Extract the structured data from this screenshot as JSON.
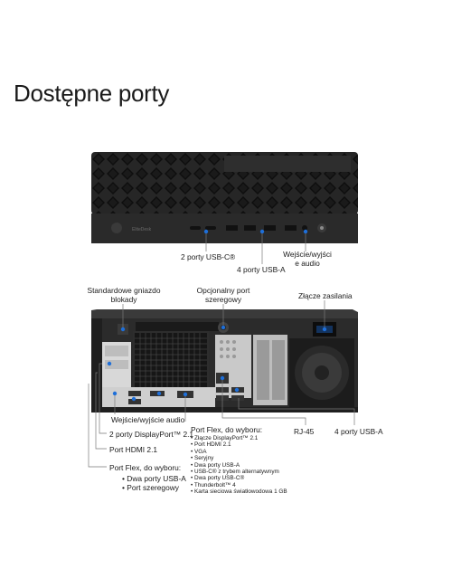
{
  "title": "Dostępne porty",
  "front": {
    "brand": "EliteDesk",
    "labels": {
      "usb_c": "2 porty USB-C®",
      "usb_a": "4 porty USB-A",
      "audio_line1": "Wejście/wyjści",
      "audio_line2": "e audio"
    }
  },
  "rear": {
    "labels": {
      "lock_line1": "Standardowe gniazdo",
      "lock_line2": "blokady",
      "serial_line1": "Opcjonalny port",
      "serial_line2": "szeregowy",
      "power": "Złącze zasilania",
      "audio": "Wejście/wyjście audio",
      "displayport": "2 porty DisplayPort™ 2.1",
      "hdmi": "Port HDMI 2.1",
      "rj45": "RJ-45",
      "usb_a": "4 porty USB-A"
    },
    "flex_left": {
      "heading": "Port Flex, do wyboru:",
      "items": [
        "Dwa porty USB-A",
        "Port szeregowy"
      ]
    },
    "flex_right": {
      "heading": "Port Flex, do wyboru:",
      "items": [
        "Złącze DisplayPort™ 2.1",
        "Port HDMI 2.1",
        "VGA",
        "Seryjny",
        "Dwa porty USB-A",
        "USB-C® z trybem alternatywnym",
        "Dwa porty USB-C®",
        "Thunderbolt™ 4",
        "Karta sieciowa światłowodowa 1 GB"
      ]
    }
  },
  "colors": {
    "accent": "#1e6fd9",
    "chassis": "#2b2b2b",
    "chassis_dark": "#161616",
    "leader": "#7a7a7a"
  }
}
